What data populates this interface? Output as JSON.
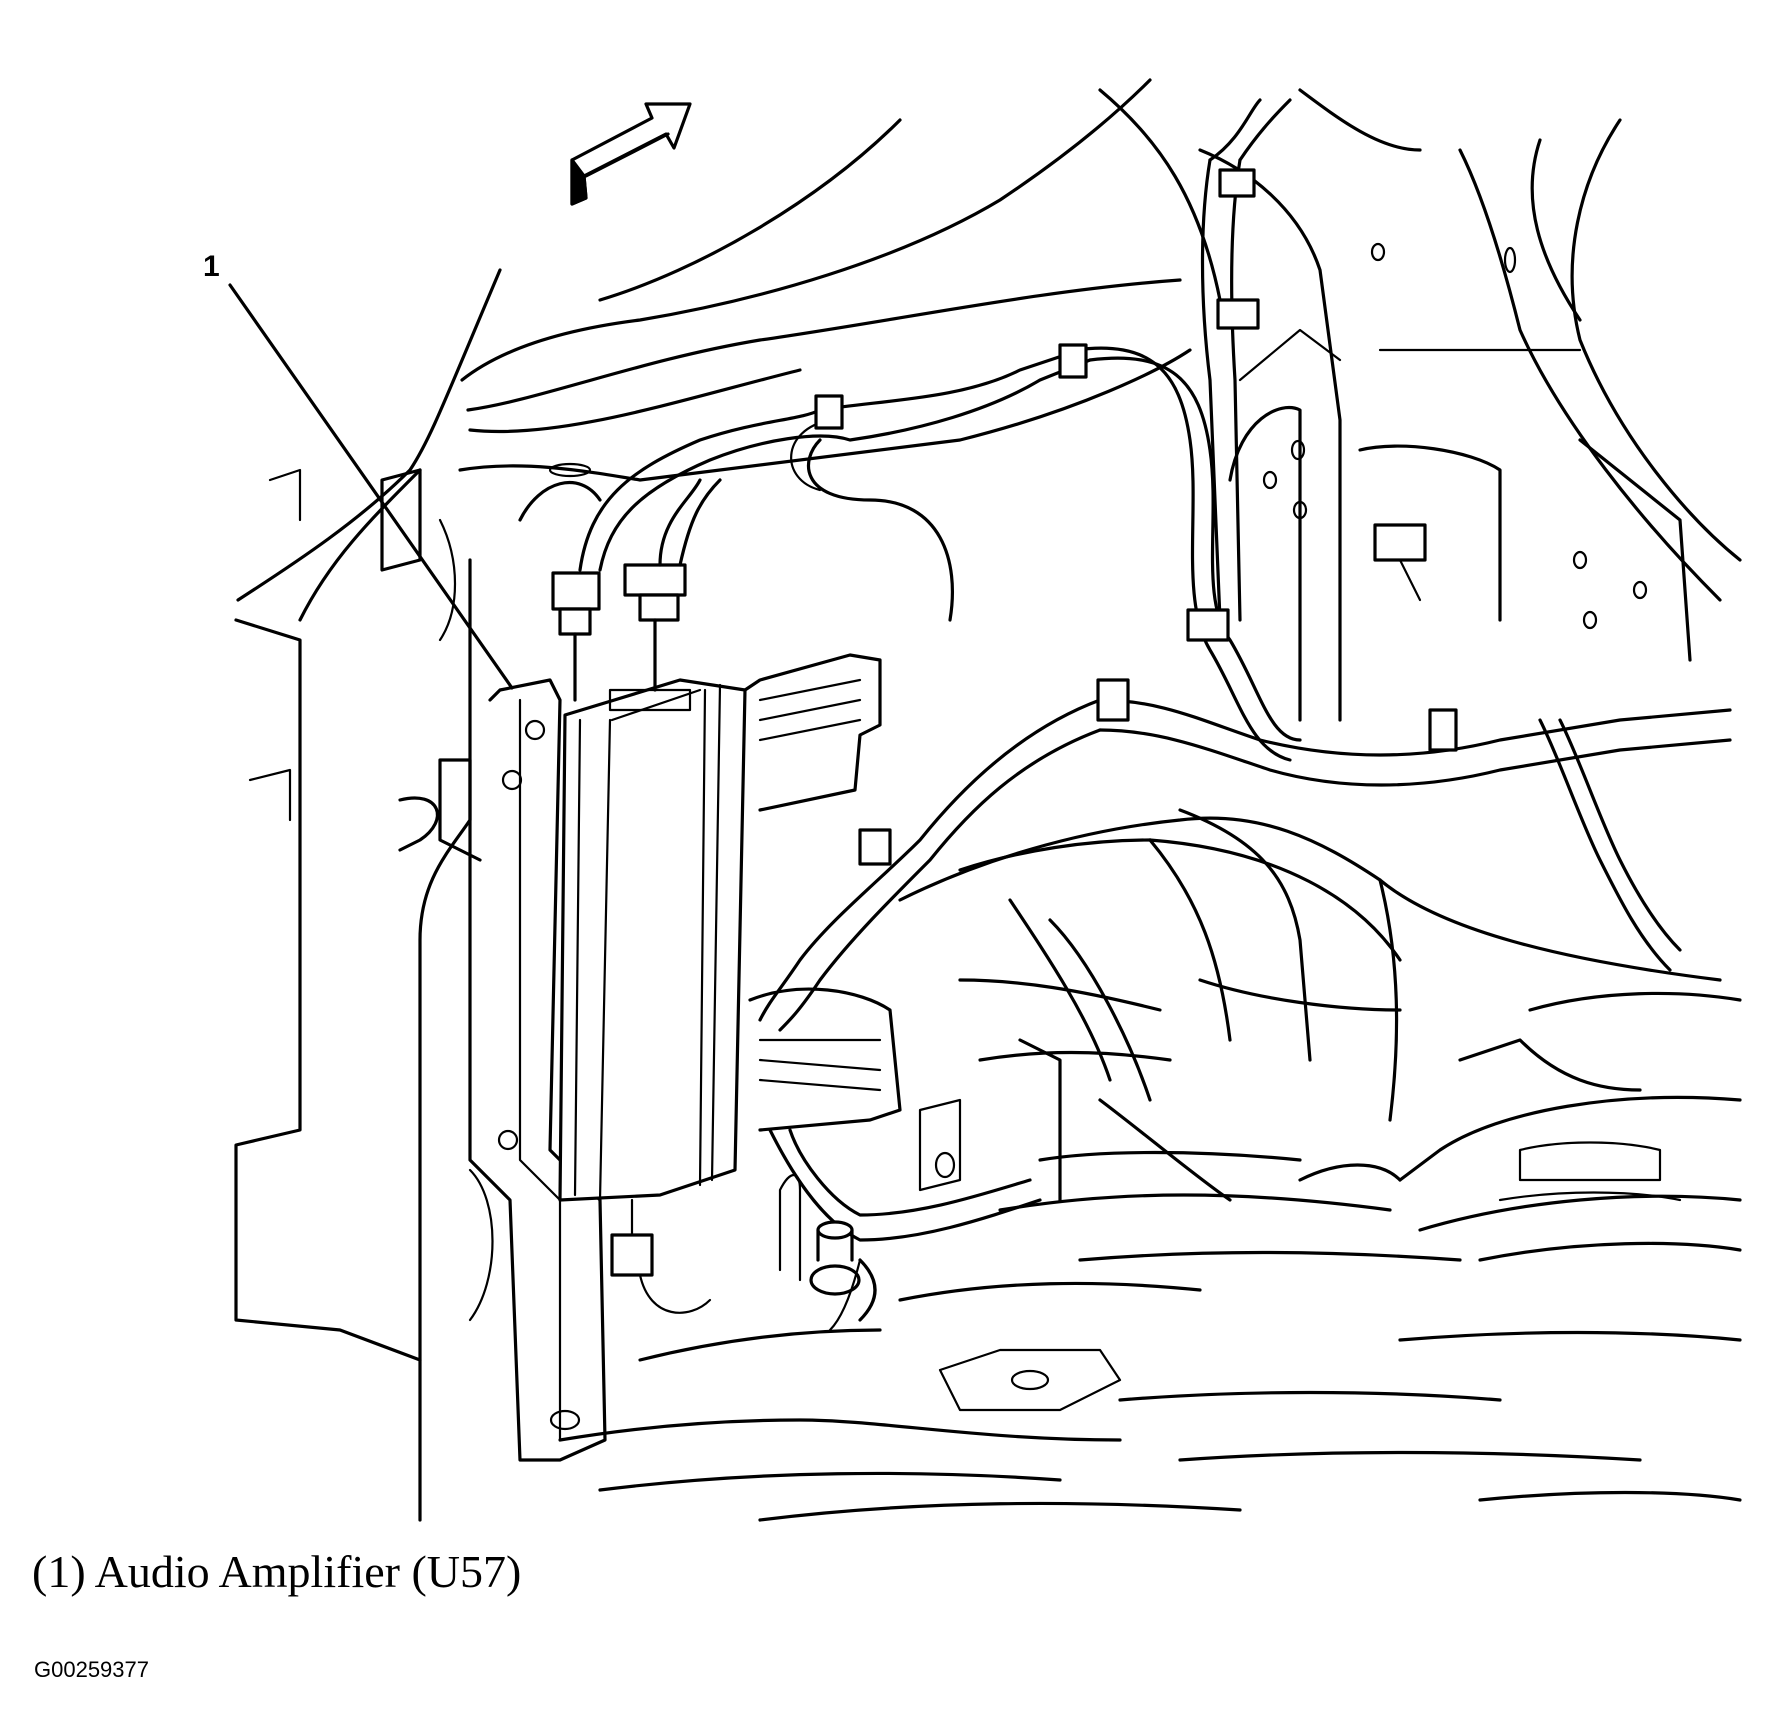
{
  "diagram": {
    "callout_number": "1",
    "caption": "(1) Audio Amplifier (U57)",
    "figure_id": "G00259377"
  }
}
